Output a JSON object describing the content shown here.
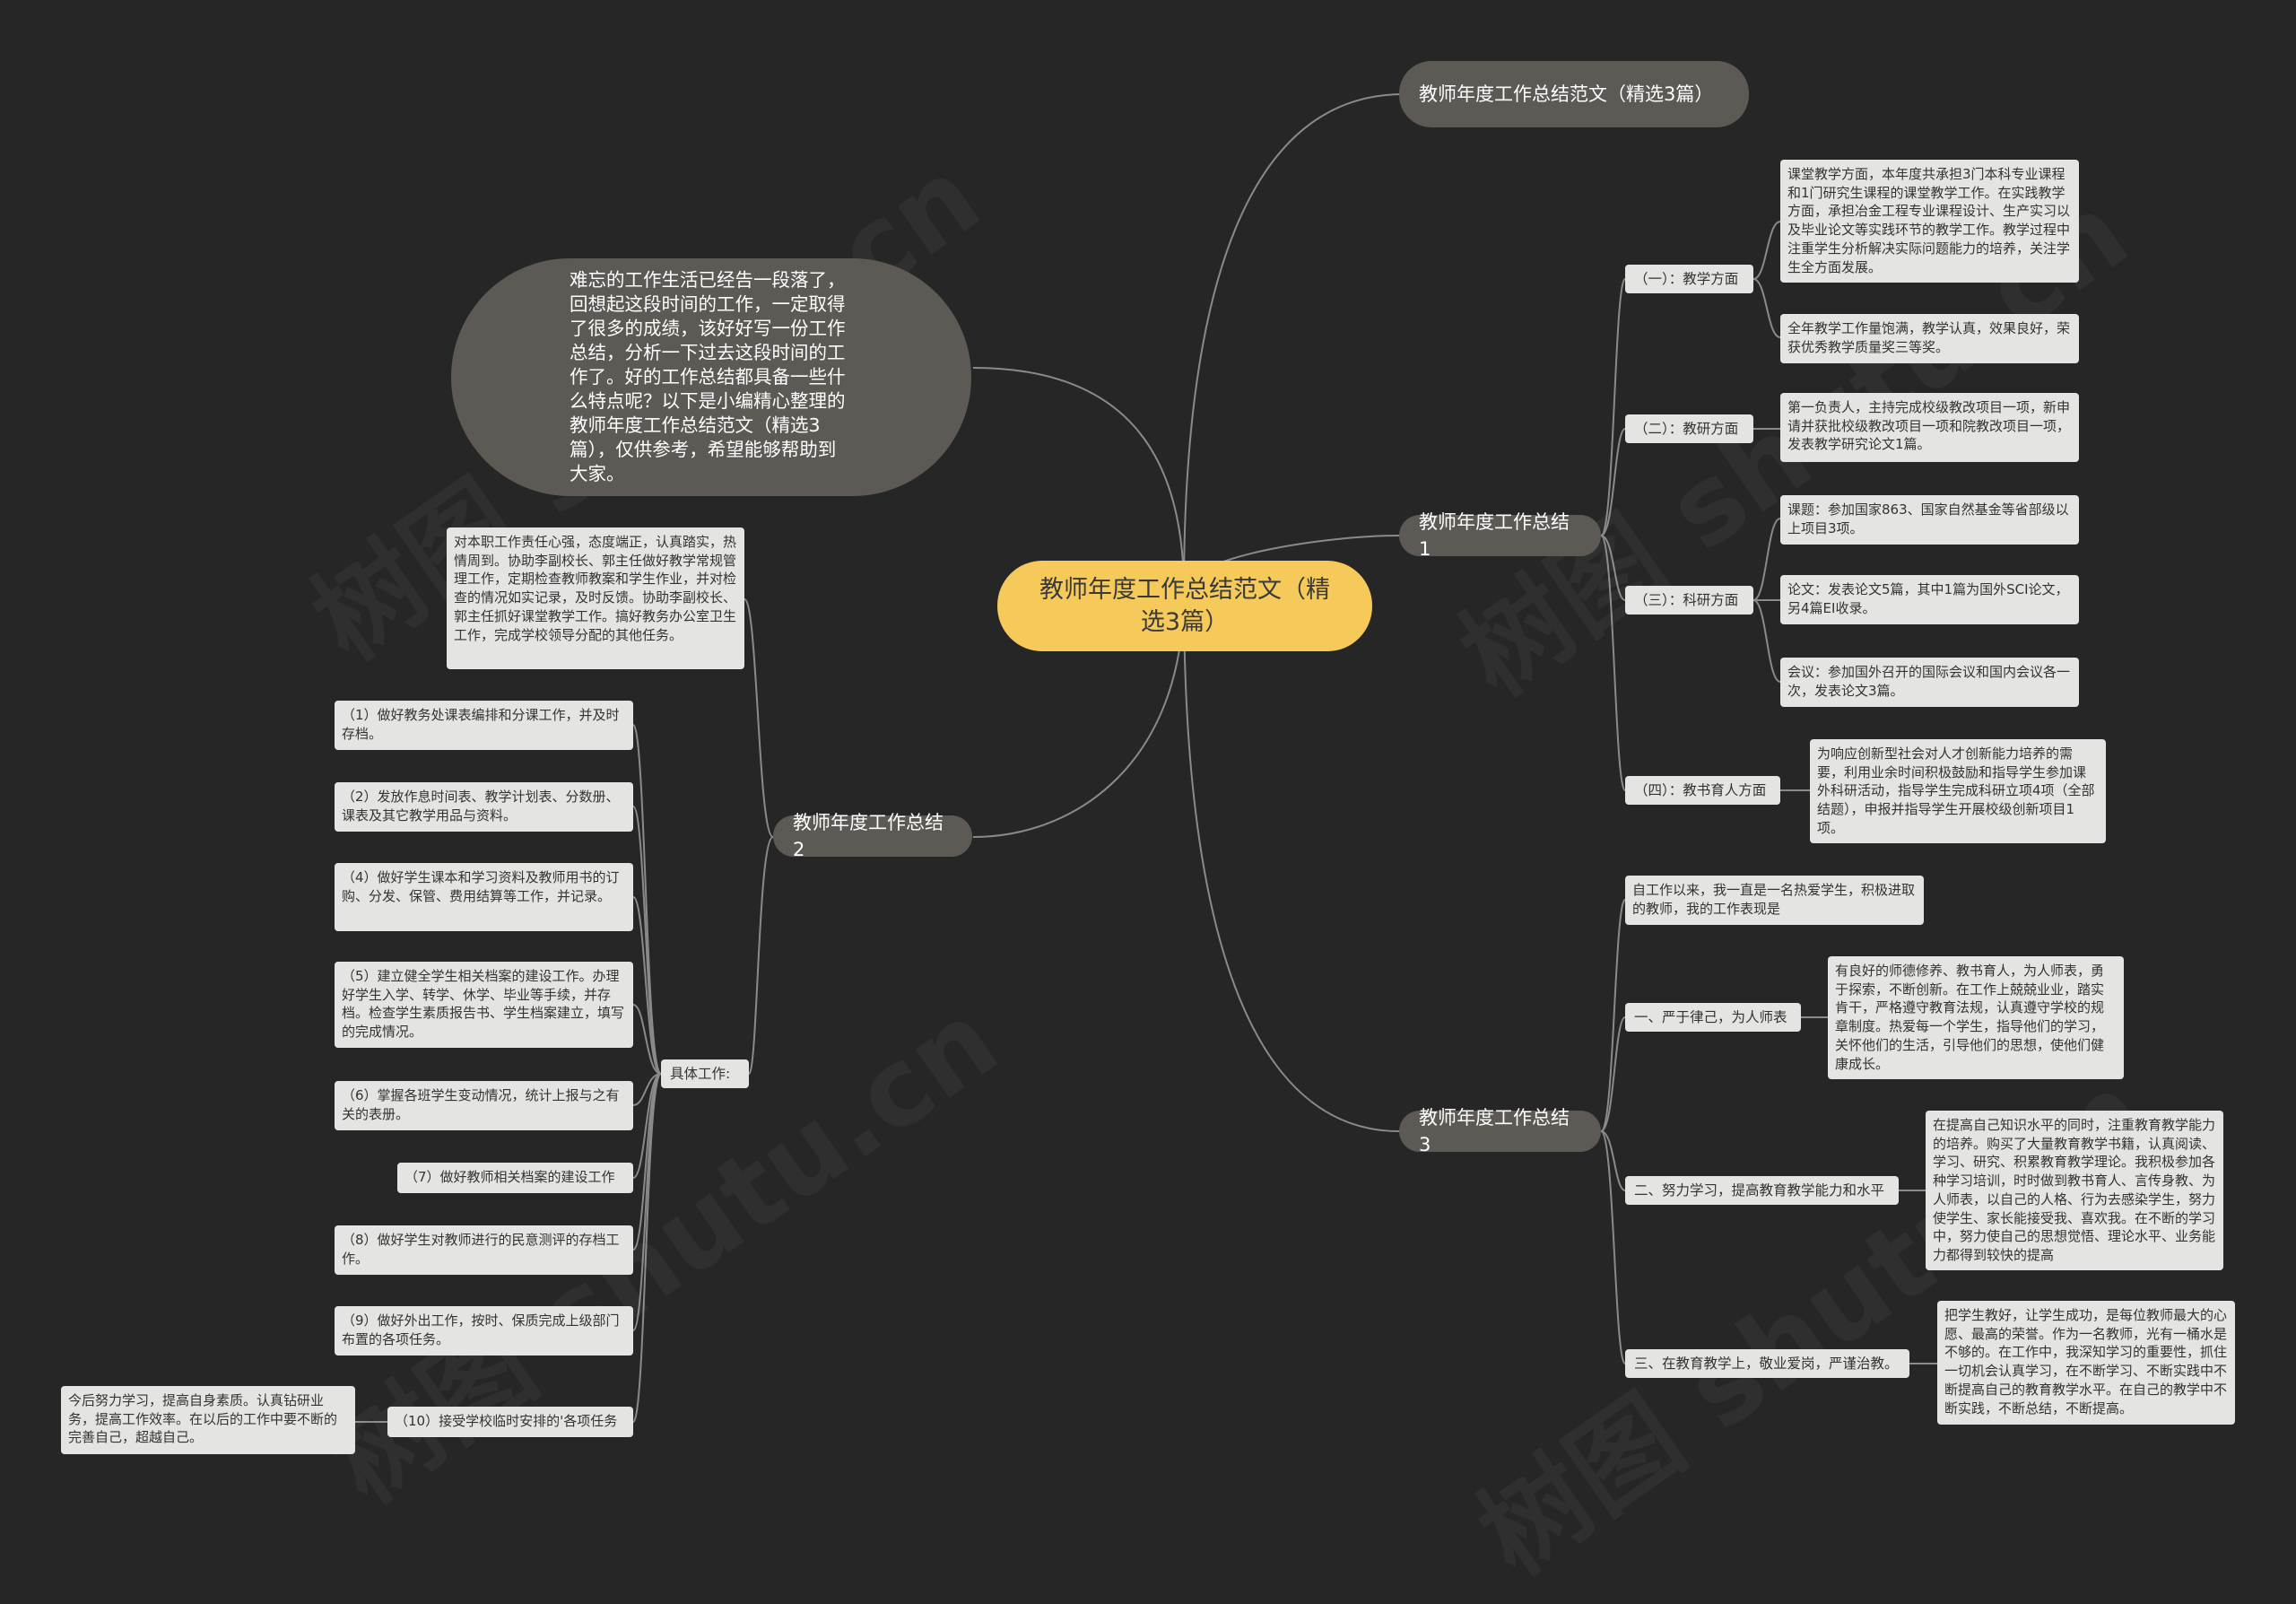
{
  "central": "教师年度工作总结范文（精选3篇）",
  "intro": "难忘的工作生活已经告一段落了，回想起这段时间的工作，一定取得了很多的成绩，该好好写一份工作总结，分析一下过去这段时间的工作了。好的工作总结都具备一些什么特点呢？以下是小编精心整理的教师年度工作总结范文（精选3篇），仅供参考，希望能够帮助到大家。",
  "topics": {
    "title_node": "教师年度工作总结范文（精选3篇）",
    "summary1": "教师年度工作总结1",
    "summary2": "教师年度工作总结2",
    "summary3": "教师年度工作总结3"
  },
  "summary1": {
    "teaching": {
      "label": "（一）：教学方面",
      "items": [
        "课堂教学方面，本年度共承担3门本科专业课程和1门研究生课程的课堂教学工作。在实践教学方面，承担冶金工程专业课程设计、生产实习以及毕业论文等实践环节的教学工作。教学过程中注重学生分析解决实际问题能力的培养，关注学生全方面发展。",
        "全年教学工作量饱满，教学认真，效果良好，荣获优秀教学质量奖三等奖。"
      ]
    },
    "research_teaching": {
      "label": "（二）：教研方面",
      "items": [
        "第一负责人，主持完成校级教改项目一项，新申请并获批校级教改项目一项和院教改项目一项，发表教学研究论文1篇。"
      ]
    },
    "research": {
      "label": "（三）：科研方面",
      "items": [
        "课题：参加国家863、国家自然基金等省部级以上项目3项。",
        "论文：发表论文5篇，其中1篇为国外SCI论文，另4篇EI收录。",
        "会议：参加国外召开的国际会议和国内会议各一次，发表论文3篇。"
      ]
    },
    "education": {
      "label": "（四）：教书育人方面",
      "items": [
        "为响应创新型社会对人才创新能力培养的需要，利用业余时间积极鼓励和指导学生参加课外科研活动，指导学生完成科研立项4项（全部结题），申报并指导学生开展校级创新项目1项。"
      ]
    }
  },
  "summary2": {
    "duty": "对本职工作责任心强，态度端正，认真踏实，热情周到。协助李副校长、郭主任做好教学常规管理工作，定期检查教师教案和学生作业，并对检查的情况如实记录，及时反馈。协助李副校长、郭主任抓好课堂教学工作。搞好教务办公室卫生工作，完成学校领导分配的其他任务。",
    "specific_label": "具体工作:",
    "items": [
      "（1）做好教务处课表编排和分课工作，并及时存档。",
      "（2）发放作息时间表、教学计划表、分数册、课表及其它教学用品与资料。",
      "（4）做好学生课本和学习资料及教师用书的订购、分发、保管、费用结算等工作，并记录。",
      "（5）建立健全学生相关档案的建设工作。办理好学生入学、转学、休学、毕业等手续，并存档。检查学生素质报告书、学生档案建立，填写的完成情况。",
      "（6）掌握各班学生变动情况，统计上报与之有关的表册。",
      "（7）做好教师相关档案的建设工作",
      "（8）做好学生对教师进行的民意测评的存档工作。",
      "（9）做好外出工作，按时、保质完成上级部门布置的各项任务。",
      "（10）接受学校临时安排的'各项任务"
    ],
    "learning": "今后努力学习，提高自身素质。认真钻研业务，提高工作效率。在以后的工作中要不断的完善自己，超越自己。"
  },
  "summary3": {
    "opening": "自工作以来，我一直是一名热爱学生，积极进取的教师，我的工作表现是",
    "discipline": {
      "label": "一、严于律己，为人师表",
      "text": "有良好的师德修养、教书育人，为人师表，勇于探索，不断创新。在工作上兢兢业业，踏实肯干，严格遵守教育法规，认真遵守学校的规章制度。热爱每一个学生，指导他们的学习，关怀他们的生活，引导他们的思想，使他们健康成长。"
    },
    "study": {
      "label": "二、努力学习，提高教育教学能力和水平",
      "text": "在提高自己知识水平的同时，注重教育教学能力的培养。购买了大量教育教学书籍，认真阅读、学习、研究、积累教育教学理论。我积极参加各种学习培训，时时做到教书育人、言传身教、为人师表，以自己的人格、行为去感染学生，努力使学生、家长能接受我、喜欢我。在不断的学习中，努力使自己的思想觉悟、理论水平、业务能力都得到较快的提高"
    },
    "dedication": {
      "label": "三、在教育教学上，敬业爱岗，严谨治教。",
      "text": "把学生教好，让学生成功，是每位教师最大的心愿、最高的荣誉。作为一名教师，光有一桶水是不够的。在工作中，我深知学习的重要性，抓住一切机会认真学习，在不断学习、不断实践中不断提高自己的教育教学水平。在自己的教学中不断实践，不断总结，不断提高。"
    }
  },
  "watermarks": [
    "树图 shutu.cn",
    "树图 shutu.cn",
    "树图 shutu.cn",
    "树图 shutu.cn"
  ]
}
